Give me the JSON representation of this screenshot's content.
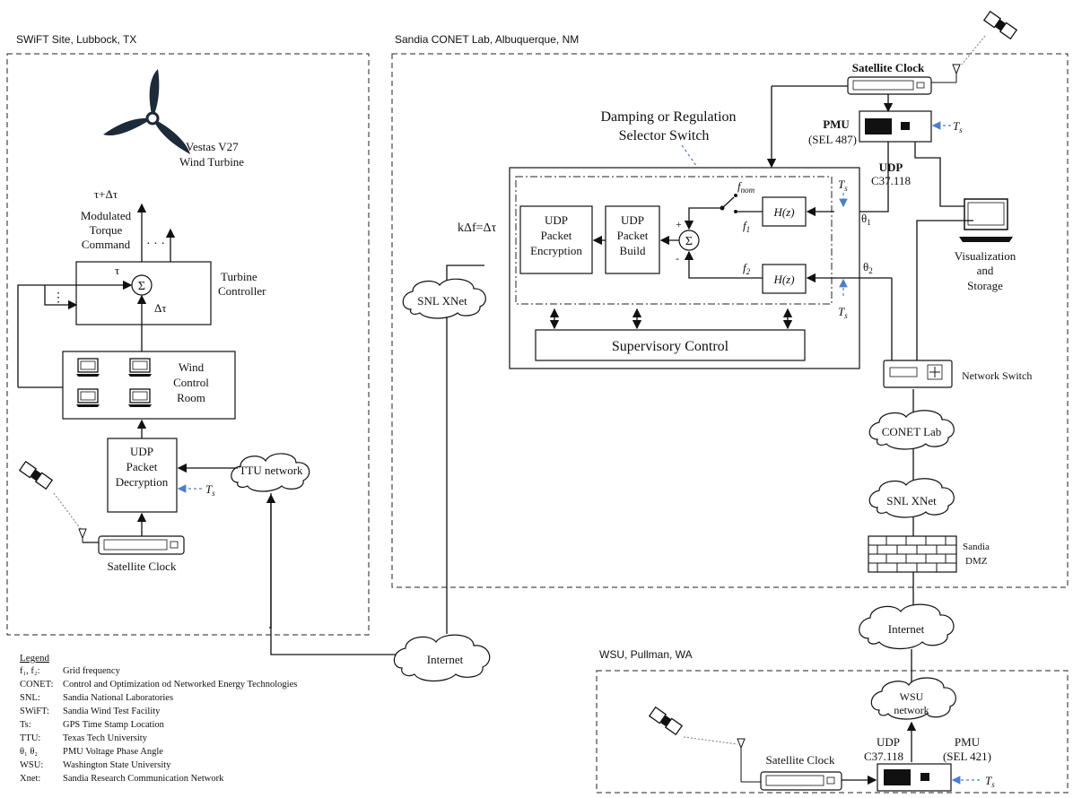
{
  "regions": {
    "swift": "SWiFT Site, Lubbock, TX",
    "sandia": "Sandia CONET Lab, Albuquerque, NM",
    "wsu": "WSU, Pullman, WA"
  },
  "swift": {
    "turbine_line1": "Vestas V27",
    "turbine_line2": "Wind Turbine",
    "tau_out": "τ+Δτ",
    "modulated1": "Modulated",
    "modulated2": "Torque",
    "modulated3": "Command",
    "dots": "· · ·",
    "tau": "τ",
    "delta_tau": "Δτ",
    "sigma": "Σ",
    "controller1": "Turbine",
    "controller2": "Controller",
    "room1": "Wind",
    "room2": "Control",
    "room3": "Room",
    "udp1": "UDP",
    "udp2": "Packet",
    "udp3": "Decryption",
    "ts": "T",
    "ts_sub": "s",
    "ttu": "TTU network",
    "sat_clock": "Satellite Clock"
  },
  "sandia": {
    "sat_clock": "Satellite Clock",
    "pmu1": "PMU",
    "pmu2": "(SEL 487)",
    "udp1": "UDP",
    "udp2": "C37.118",
    "switch_label1": "Damping or Regulation",
    "switch_label2": "Selector Switch",
    "fnom": "f",
    "fnom_sub": "nom",
    "f1": "f",
    "f1_sub": "1",
    "f2": "f",
    "f2_sub": "2",
    "hz": "H(z)",
    "theta1": "θ",
    "theta1_sub": "1",
    "theta2": "θ",
    "theta2_sub": "2",
    "plus": "+",
    "minus": "-",
    "sigma": "Σ",
    "enc1": "UDP",
    "enc2": "Packet",
    "enc3": "Encryption",
    "build1": "UDP",
    "build2": "Packet",
    "build3": "Build",
    "supervisory": "Supervisory Control",
    "kdf": "kΔf=Δτ",
    "snl_xnet": "SNL XNet",
    "viz1": "Visualization",
    "viz2": "and",
    "viz3": "Storage",
    "net_switch": "Network Switch",
    "conet": "CONET Lab",
    "snl_xnet2": "SNL XNet",
    "dmz1": "Sandia",
    "dmz2": "DMZ",
    "internet": "Internet"
  },
  "wsu": {
    "network1": "WSU",
    "network2": "network",
    "udp1": "UDP",
    "udp2": "C37.118",
    "pmu1": "PMU",
    "pmu2": "(SEL 421)",
    "sat_clock": "Satellite Clock",
    "ts": "T",
    "ts_sub": "s"
  },
  "internet_left": "Internet",
  "legend": {
    "title": "Legend",
    "items": [
      {
        "key": "f₁, f₂:",
        "value": "Grid frequency"
      },
      {
        "key": "CONET:",
        "value": "Control and Optimization od Networked Energy Technologies"
      },
      {
        "key": "SNL:",
        "value": "Sandia National Laboratories"
      },
      {
        "key": "SWiFT:",
        "value": "Sandia Wind Test Facility"
      },
      {
        "key": "Ts:",
        "value": "GPS Time Stamp Location"
      },
      {
        "key": "TTU:",
        "value": "Texas Tech  University"
      },
      {
        "key": "θ₁ θ₂",
        "value": "PMU Voltage Phase Angle"
      },
      {
        "key": "WSU:",
        "value": "Washington State University"
      },
      {
        "key": "Xnet:",
        "value": "Sandia Research Communication Network"
      }
    ]
  }
}
